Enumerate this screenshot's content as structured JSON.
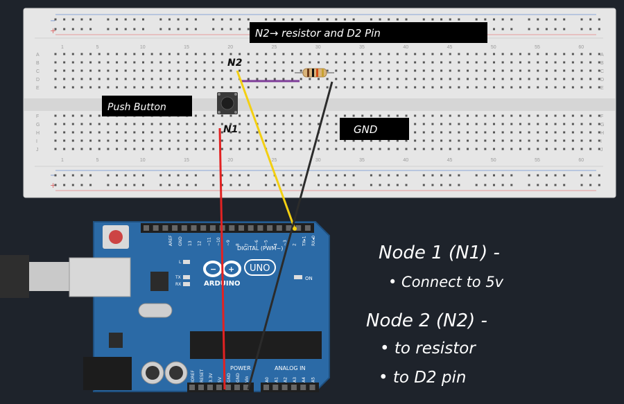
{
  "breadboard": {
    "top_numbers": [
      "1",
      "5",
      "10",
      "15",
      "20",
      "25",
      "30",
      "35",
      "40",
      "45",
      "50",
      "55",
      "60"
    ],
    "bottom_numbers": [
      "1",
      "5",
      "10",
      "15",
      "20",
      "25",
      "30",
      "35",
      "40",
      "45",
      "50",
      "55",
      "60"
    ],
    "row_letters_top": [
      "A",
      "B",
      "C",
      "D",
      "E"
    ],
    "row_letters_bottom": [
      "F",
      "G",
      "H",
      "I",
      "J"
    ],
    "rail_minus": "−",
    "rail_plus": "+"
  },
  "labels": {
    "n2_note": "N2→ resistor and D2 Pin",
    "n2_tag": "N2",
    "n1_tag": "N1",
    "push_button": "Push Button",
    "gnd": "GND"
  },
  "arduino": {
    "brand": "ARDUINO",
    "model": "UNO",
    "digital_label": "DIGITAL (PWM~)",
    "analog_label": "ANALOG IN",
    "power_label": "POWER",
    "on_label": "ON",
    "l_label": "L",
    "tx_label": "TX",
    "rx_label": "RX",
    "aref_label": "AREF",
    "gnd_label": "GND",
    "digital_pins": [
      "13",
      "12",
      "~11",
      "~10",
      "~9",
      "8",
      "7",
      "~6",
      "~5",
      "4",
      "~3",
      "2",
      "TX▸1",
      "RX◂0"
    ],
    "analog_pins": [
      "A0",
      "A1",
      "A2",
      "A3",
      "A4",
      "A5"
    ],
    "power_pins": [
      "IOREF",
      "RESET",
      "3.3V",
      "5V",
      "GND",
      "GND",
      "Vin"
    ]
  },
  "notes": {
    "node1_title": "Node 1 (N1) -",
    "node1_item1": "• Connect to 5v",
    "node2_title": "Node 2 (N2) -",
    "node2_item1": "• to resistor",
    "node2_item2": "• to D2 pin"
  },
  "colors": {
    "background": "#1e232b",
    "breadboard": "#e4e4e4",
    "board": "#2b6aa6",
    "wire_red": "#e22222",
    "wire_yellow": "#f3cf12",
    "wire_black": "#2b2b2b",
    "wire_purple": "#7d3c98"
  }
}
